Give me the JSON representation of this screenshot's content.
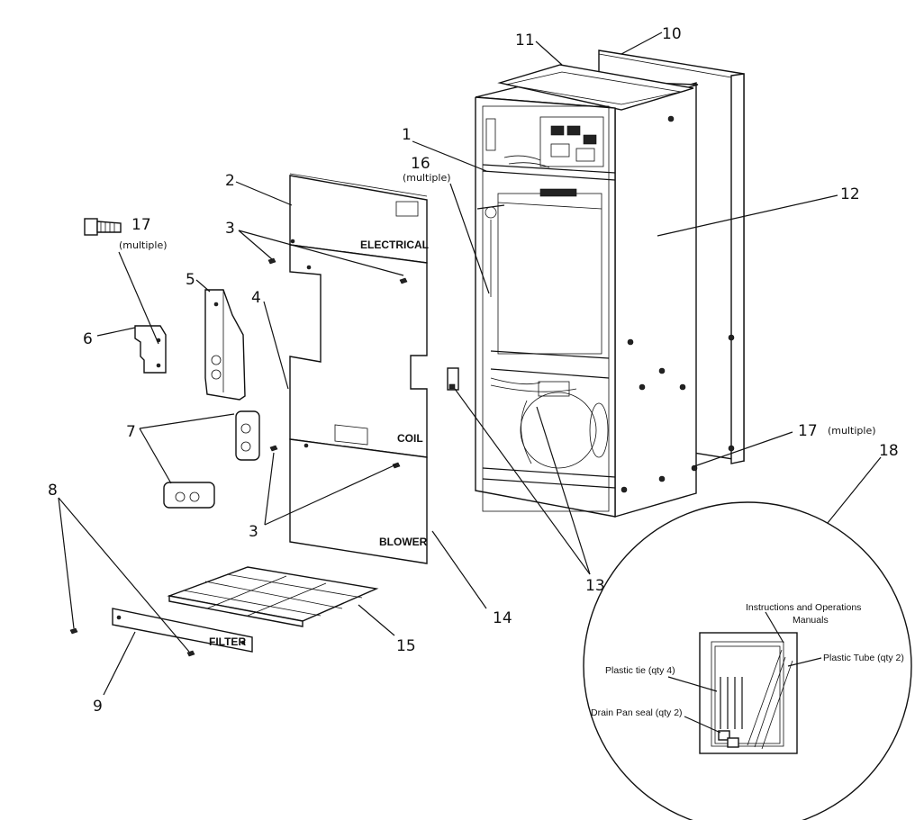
{
  "callouts": {
    "c1": "1",
    "c2": "2",
    "c3a": "3",
    "c3b": "3",
    "c4": "4",
    "c5": "5",
    "c6": "6",
    "c7": "7",
    "c8": "8",
    "c9": "9",
    "c10": "10",
    "c11": "11",
    "c12": "12",
    "c13": "13",
    "c14": "14",
    "c15": "15",
    "c16": "16",
    "c17a": "17",
    "c17b": "17",
    "c18": "18"
  },
  "notes": {
    "multiple_16": "(multiple)",
    "multiple_17a": "(multiple)",
    "multiple_17b": "(multiple)"
  },
  "panel_labels": {
    "electrical": "ELECTRICAL",
    "coil": "COIL",
    "blower": "BLOWER",
    "filter": "FILTER"
  },
  "kit": {
    "manuals_line1": "Instructions and Operations",
    "manuals_line2": "Manuals",
    "plastic_tube": "Plastic Tube (qty 2)",
    "plastic_tie": "Plastic tie (qty 4)",
    "drain_pan_seal": "Drain Pan seal (qty 2)"
  }
}
